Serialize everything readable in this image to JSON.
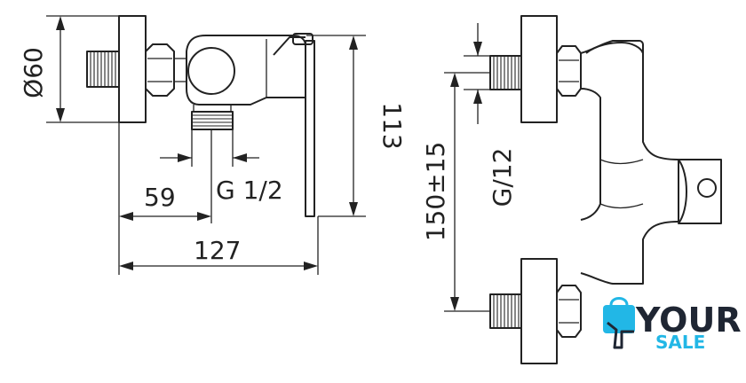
{
  "drawing": {
    "dimensions": {
      "diameter": "Ø60",
      "height_113": "113",
      "width_59": "59",
      "thread_g12_left": "G 1/2",
      "width_127": "127",
      "center_distance": "150±15",
      "thread_g12_right": "G/12"
    }
  },
  "logo": {
    "word_top": "YOUR",
    "word_bottom": "SALE",
    "icon": "shopping-bag-hand-icon",
    "colors": {
      "dark": "#1f2633",
      "accent": "#22b7e6"
    }
  }
}
